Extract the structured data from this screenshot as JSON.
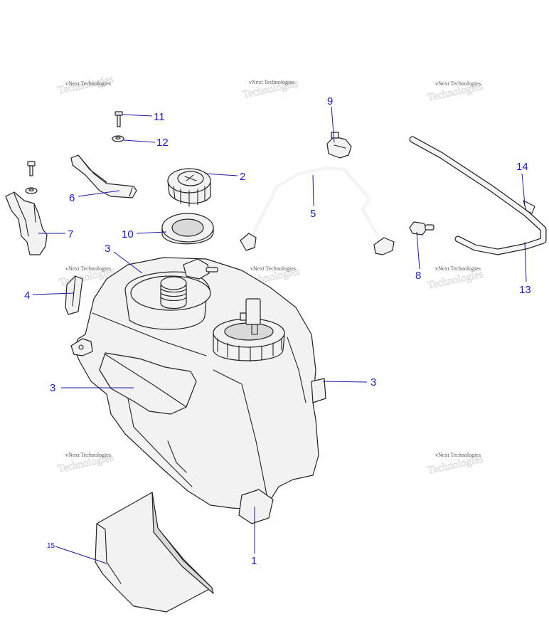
{
  "watermark": {
    "text": "vNext Technologies"
  },
  "callouts": {
    "c1": "1",
    "c2": "2",
    "c3a": "3",
    "c3b": "3",
    "c3c": "3",
    "c4": "4",
    "c5": "5",
    "c6": "6",
    "c7": "7",
    "c8": "8",
    "c9": "9",
    "c10": "10",
    "c11": "11",
    "c12": "12",
    "c13": "13",
    "c14": "14",
    "c15": "15"
  },
  "colors": {
    "callout": "#1a1ad0",
    "line": "#222222",
    "part_fill": "#f2f2f2"
  }
}
